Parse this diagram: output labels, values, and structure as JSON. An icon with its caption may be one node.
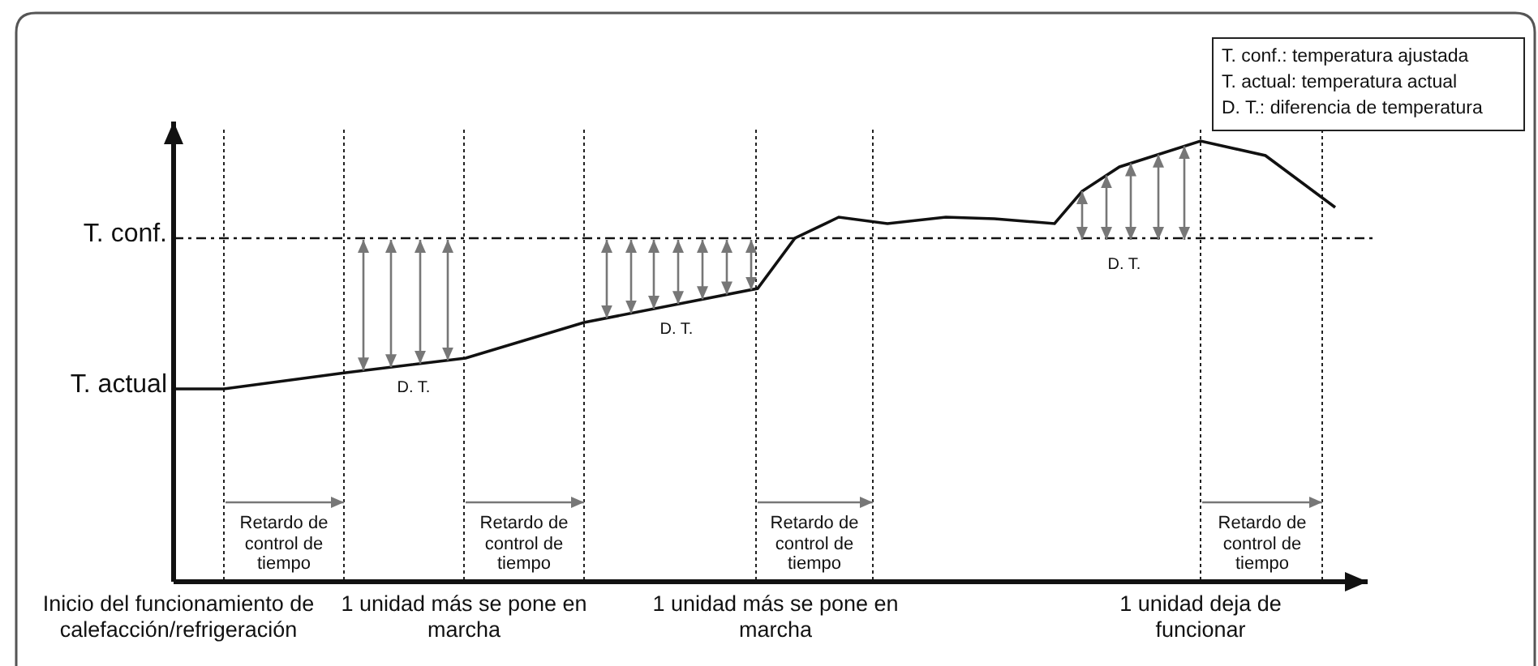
{
  "diagram": {
    "labels": [
      "T. conf.: temperatura ajustada",
      "T. actual: temperatura actual",
      "D. T.: diferencia de temperatura",
      "T. conf.",
      "T. actual",
      "D. T.",
      "D. T.",
      "D. T.",
      "Retardo de control de tiempo",
      "Retardo de control de tiempo",
      "Retardo de control de tiempo",
      "Retardo de control de tiempo",
      "Inicio del funcionamiento de calefacción/refrigeración",
      "1 unidad más se pone en marcha",
      "1 unidad más se pone en marcha",
      "1 unidad deja de funcionar"
    ]
  }
}
